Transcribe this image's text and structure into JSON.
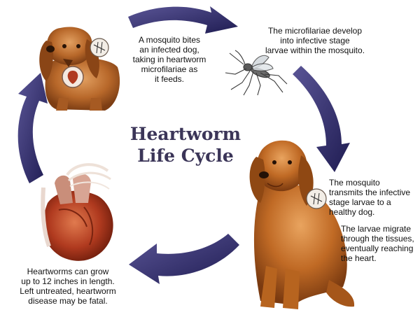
{
  "title": {
    "line1": "Heartworm",
    "line2": "Life Cycle"
  },
  "steps": [
    {
      "id": "bite",
      "text": "A mosquito bites\nan infected dog,\ntaking in heartworm\nmicrofilariae as\nit feeds."
    },
    {
      "id": "develop",
      "text": "The microfilariae develop\ninto infective stage\nlarvae within the mosquito."
    },
    {
      "id": "transmit",
      "text": "The mosquito\ntransmits the infective\nstage larvae to a\nhealthy dog."
    },
    {
      "id": "migrate",
      "text": "The larvae migrate\nthrough the tissues,\neventually reaching\nthe heart."
    },
    {
      "id": "grow",
      "text": "Heartworms can grow\nup to 12 inches in length.\nLeft untreated, heartworm\ndisease may be fatal."
    }
  ],
  "colors": {
    "arrow": "#2e2a6b",
    "title": "#3b3558",
    "dog_fur": "#b5651d",
    "heart": "#b03a1f"
  },
  "illustrations": [
    "spaniel-dog-illustration",
    "mosquito-illustration",
    "golden-retriever-illustration",
    "infected-heart-illustration"
  ]
}
